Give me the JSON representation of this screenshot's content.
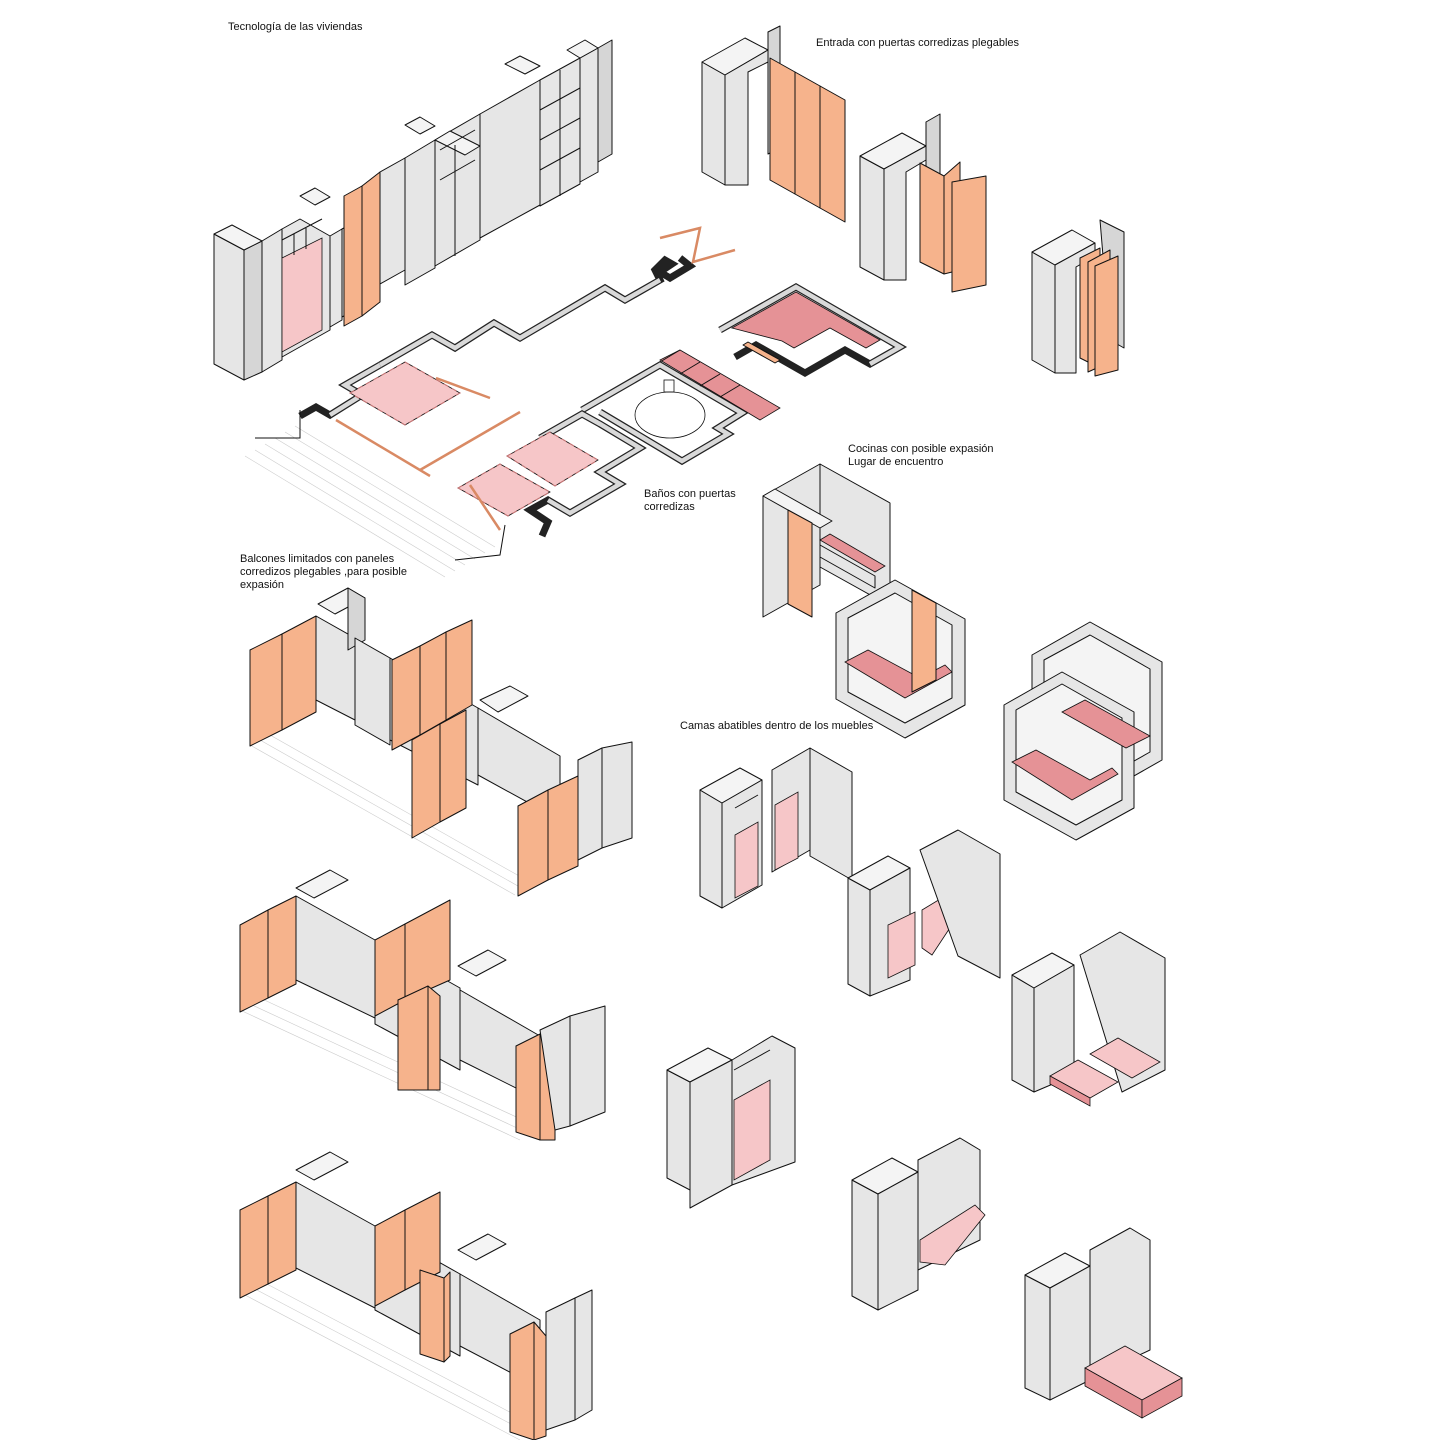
{
  "labels": {
    "tecnologia": "Tecnología de las viviendas",
    "entrada": "Entrada con puertas corredizas plegables",
    "cocinas": "Cocinas con posible expasión\nLugar de encuentro",
    "banos": "Baños con puertas\ncorredizas",
    "balcones": "Balcones limitados con paneles\ncorredizos plegables ,para posible\nexpasión",
    "camas": "Camas abatibles dentro de los muebles"
  },
  "colors": {
    "panel_orange": "#f6b38c",
    "panel_pink": "#f6c6c8",
    "tile_pink": "#e59296",
    "wall_grey": "#e6e6e6"
  }
}
